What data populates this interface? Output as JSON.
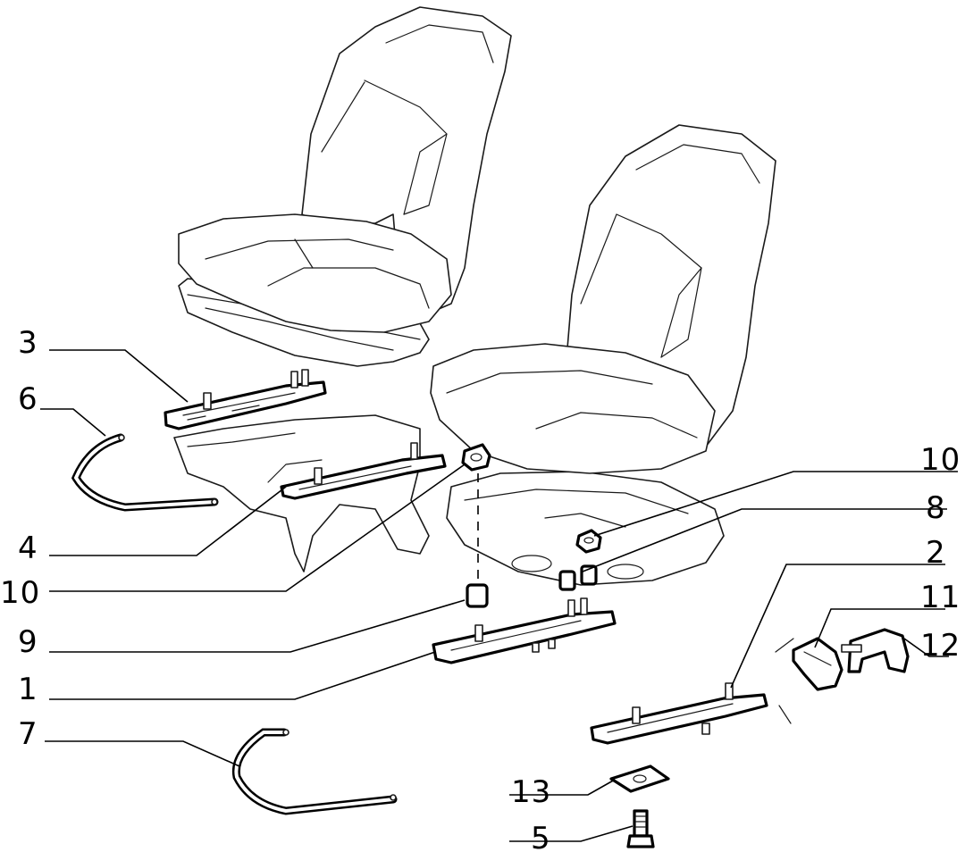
{
  "parts": [
    {
      "id": "p3",
      "label": "3"
    },
    {
      "id": "p6",
      "label": "6"
    },
    {
      "id": "p4",
      "label": "4"
    },
    {
      "id": "p10a",
      "label": "10"
    },
    {
      "id": "p9",
      "label": "9"
    },
    {
      "id": "p1",
      "label": "1"
    },
    {
      "id": "p7",
      "label": "7"
    },
    {
      "id": "p10b",
      "label": "10"
    },
    {
      "id": "p8",
      "label": "8"
    },
    {
      "id": "p2",
      "label": "2"
    },
    {
      "id": "p11",
      "label": "11"
    },
    {
      "id": "p12",
      "label": "12"
    },
    {
      "id": "p13",
      "label": "13"
    },
    {
      "id": "p5",
      "label": "5"
    }
  ],
  "colors": {
    "line": "#000000",
    "background": "#ffffff"
  }
}
